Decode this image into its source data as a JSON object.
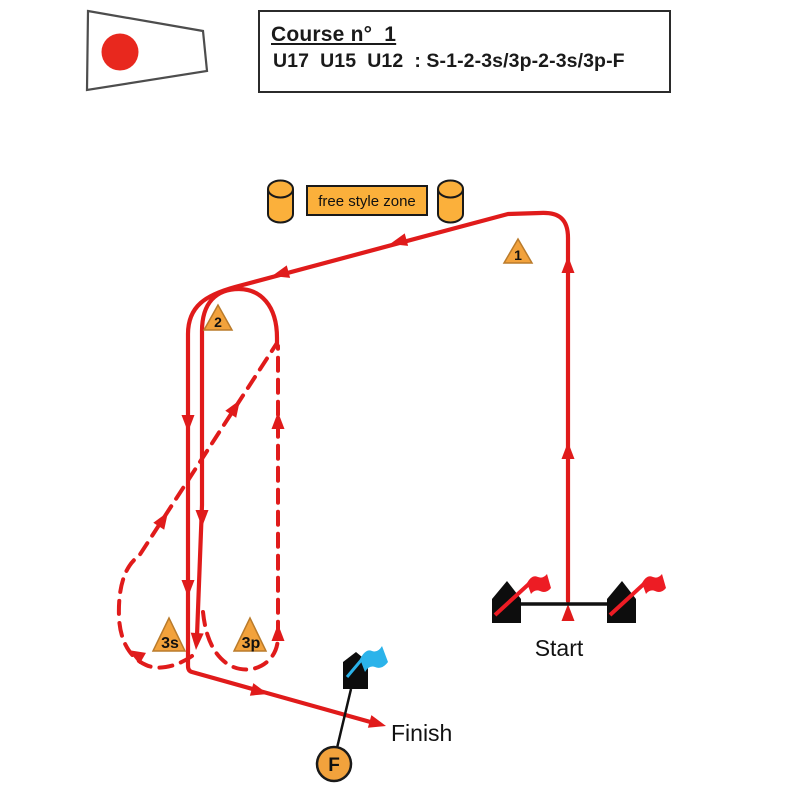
{
  "header": {
    "course_title": "Course n°  1",
    "course_classes": "U17  U15  U12  : S-1-2-3s/3p-2-3s/3p-F"
  },
  "zone": {
    "label": "free style zone"
  },
  "marks": {
    "m1": "1",
    "m2": "2",
    "m3s": "3s",
    "m3p": "3p",
    "finish_buoy": "F"
  },
  "labels": {
    "start": "Start",
    "finish": "Finish"
  },
  "colors": {
    "course_red": "#E01B1B",
    "mark_orange": "#F2A23C",
    "mark_border": "#BA7B2B",
    "buoy_yellow": "#FBB03B",
    "flag_red": "#ED1C24",
    "flag_blue": "#2BB3EA",
    "pennant_red": "#E8281E",
    "black_ink": "#111111"
  }
}
